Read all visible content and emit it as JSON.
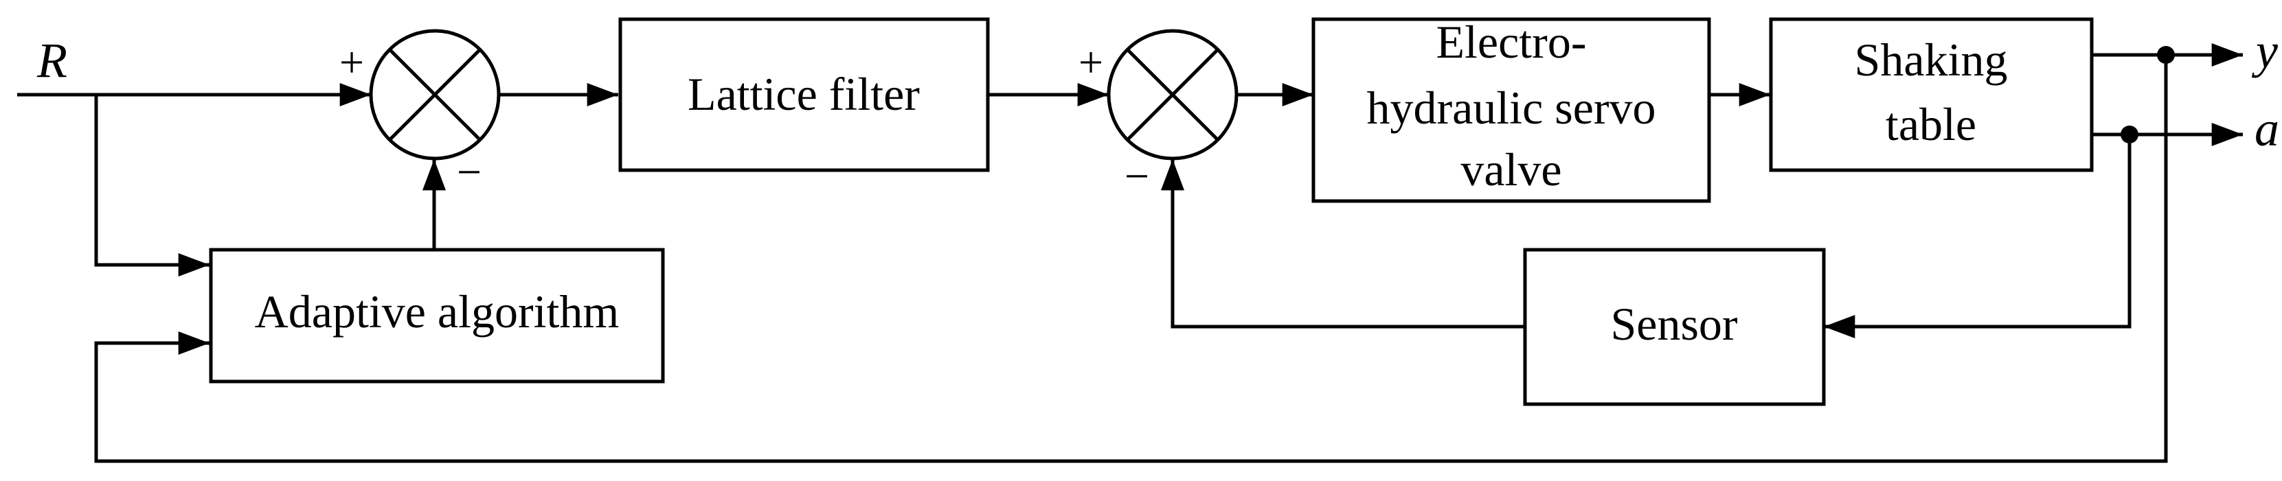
{
  "diagram": {
    "input_symbol": "R",
    "outputs": {
      "y": "y",
      "a": "a"
    },
    "blocks": {
      "lattice_filter": "Lattice filter",
      "adaptive_algorithm": "Adaptive algorithm",
      "servo_valve": [
        "Electro-",
        "hydraulic servo",
        "valve"
      ],
      "shaking_table": [
        "Shaking",
        "table"
      ],
      "sensor": "Sensor"
    },
    "sum1": {
      "plus": "+",
      "minus": "−"
    },
    "sum2": {
      "plus": "+",
      "minus": "−"
    }
  }
}
